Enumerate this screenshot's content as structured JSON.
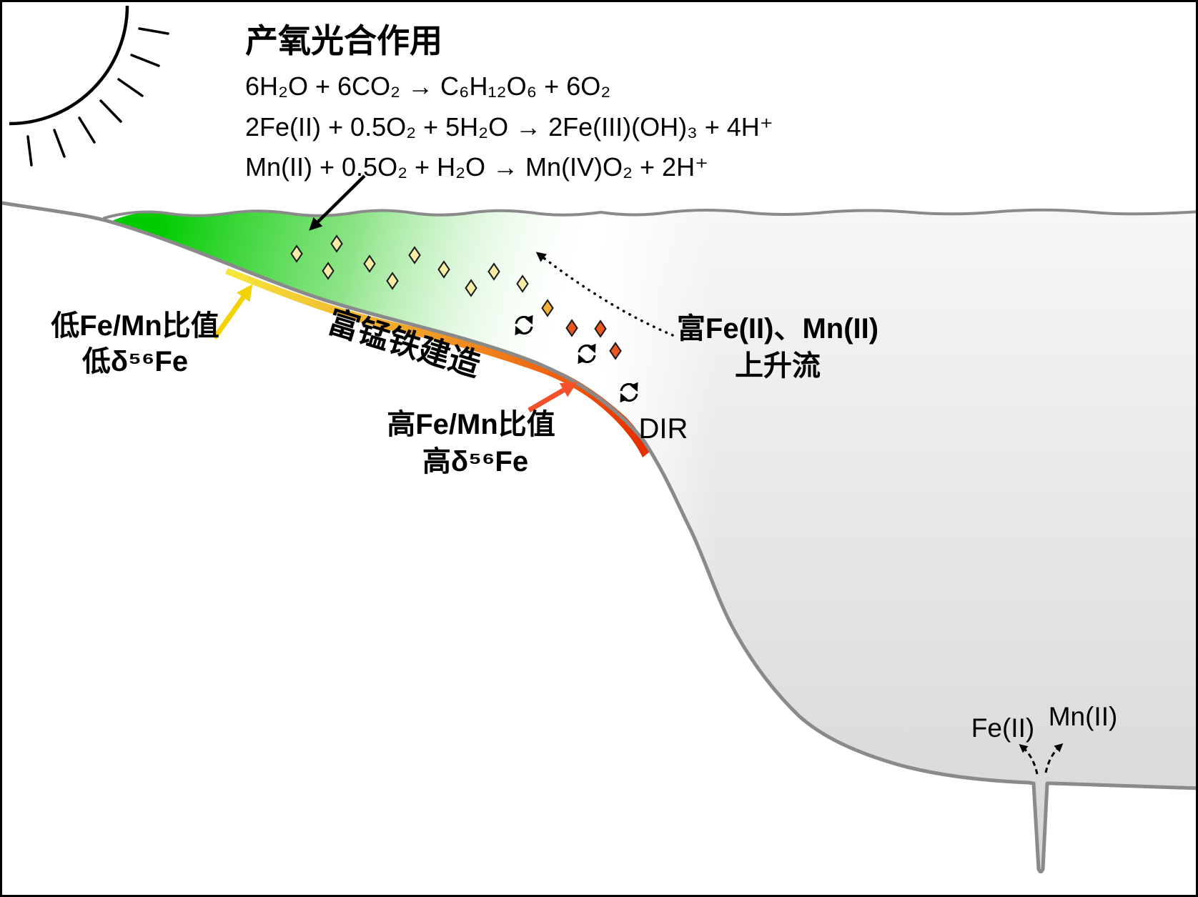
{
  "title": "产氧光合作用",
  "equations": {
    "photosynthesis": "6H₂O + 6CO₂ → C₆H₁₂O₆ + 6O₂",
    "iron_oxidation": "2Fe(II) + 0.5O₂ + 5H₂O → 2Fe(III)(OH)₃ + 4H⁺",
    "manganese_oxidation": "Mn(II) + 0.5O₂ + H₂O → Mn(IV)O₂ + 2H⁺"
  },
  "labels": {
    "low_fe_mn": {
      "line1": "低Fe/Mn比值",
      "line2": "低δ⁵⁶Fe"
    },
    "formation": "富锰铁建造",
    "high_fe_mn": {
      "line1": "高Fe/Mn比值",
      "line2": "高δ⁵⁶Fe"
    },
    "upwelling": {
      "line1": "富Fe(II)、Mn(II)",
      "line2": "上升流"
    },
    "dir": "DIR",
    "vent_fe": "Fe(II)",
    "vent_mn": "Mn(II)"
  },
  "colors": {
    "photic_zone_green": "#00cc00",
    "mn_band_yellow": "#f4e63a",
    "band_orange": "#f0a028",
    "fe_band_red": "#e63000",
    "particle_yellow": "#f6eca6",
    "particle_amber": "#f2b03a",
    "particle_orange": "#e8581e",
    "arrow_yellow": "#f2d200",
    "arrow_red": "#f4502c",
    "water_gray_top": "#f6f6f6",
    "water_gray_bottom": "#d6d6d6",
    "outline_gray": "#8a8a8a"
  }
}
